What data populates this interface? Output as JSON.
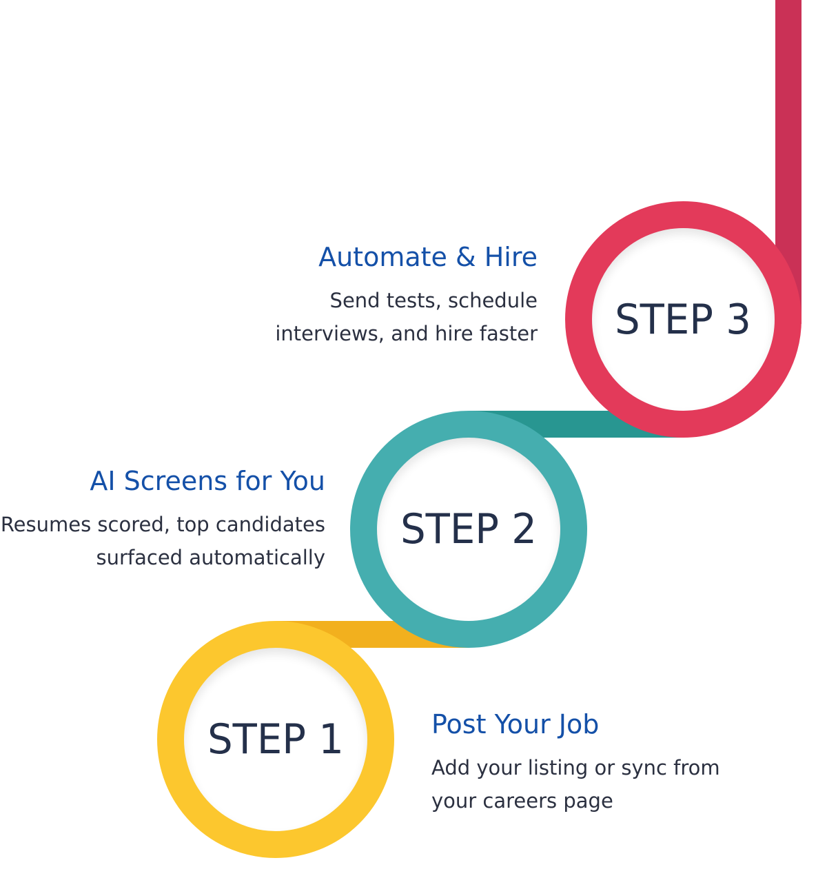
{
  "colors": {
    "step1": "#fcc72e",
    "step1_connector": "#f2b01e",
    "step2": "#45aeaf",
    "step2_connector": "#289691",
    "step3": "#e33a5a",
    "step3_line": "#ca3156",
    "title": "#1450a8",
    "desc": "#2b3040",
    "label": "#24304a"
  },
  "steps": [
    {
      "label": "STEP 1",
      "title": "Post Your Job",
      "desc_lines": [
        "Add your listing or sync from",
        "your careers page"
      ]
    },
    {
      "label": "STEP 2",
      "title": "AI Screens for You",
      "desc_lines": [
        "Resumes scored, top candidates",
        "surfaced automatically"
      ]
    },
    {
      "label": "STEP 3",
      "title": "Automate & Hire",
      "desc_lines": [
        "Send tests, schedule",
        "interviews, and hire faster"
      ]
    }
  ]
}
